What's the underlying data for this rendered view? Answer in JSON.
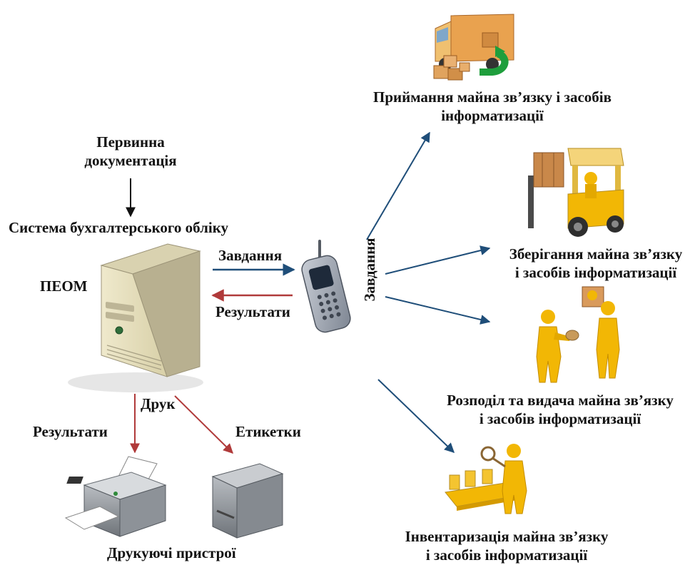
{
  "labels": {
    "primary_docs_line1": "Первинна",
    "primary_docs_line2": "документація",
    "accounting_system": "Система бухгалтерського обліку",
    "pc": "ПЕОМ",
    "task_label": "Завдання",
    "results_label": "Результати",
    "task_vertical": "Завдання",
    "print_label": "Друк",
    "results_print": "Результати",
    "labels_print": "Етикетки",
    "printing_devices": "Друкуючі пристрої"
  },
  "operations": [
    {
      "line1": "Приймання майна зв’язку і засобів",
      "line2": "інформатизації"
    },
    {
      "line1": "Зберігання майна зв’язку",
      "line2": "і засобів інформатизації"
    },
    {
      "line1": "Розподіл та видача майна зв’язку",
      "line2": "і засобів інформатизації"
    },
    {
      "line1": "Інвентаризація майна зв’язку",
      "line2": "і засобів інформатизації"
    }
  ],
  "colors": {
    "arrow_blue": "#1f4e79",
    "arrow_red": "#b03a3a",
    "figure_yellow": "#f2b705",
    "box_tan": "#d99a5b"
  }
}
